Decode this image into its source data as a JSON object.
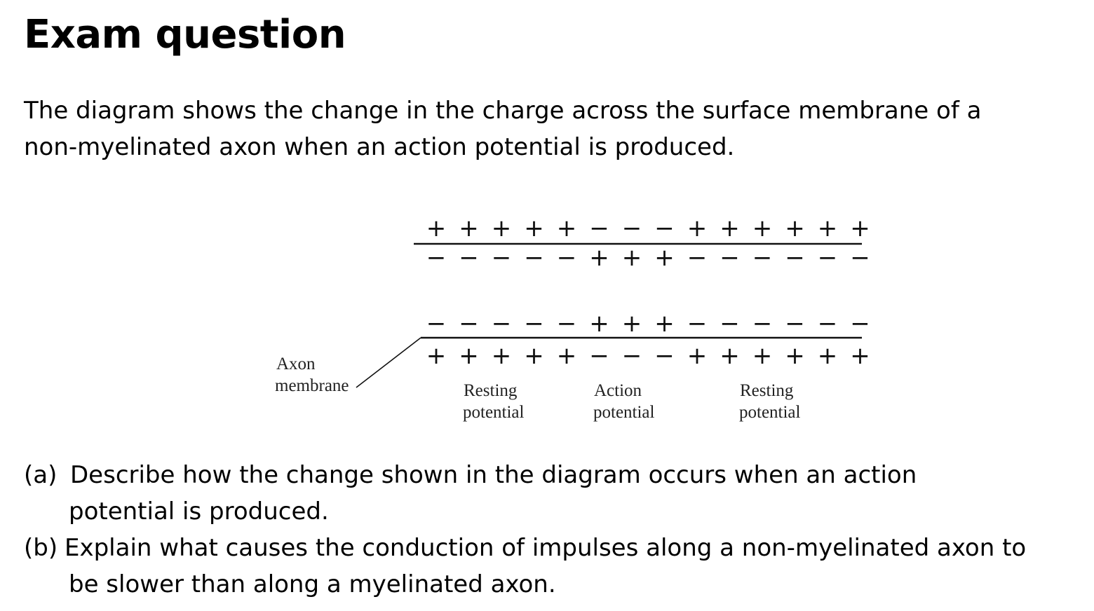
{
  "title": "Exam question",
  "intro": {
    "line1": "The diagram shows the change in the charge across the surface membrane of a",
    "line2": "non-myelinated axon when an action potential is produced."
  },
  "diagram": {
    "top_outer_charges": [
      "+",
      "+",
      "+",
      "+",
      "+",
      "−",
      "−",
      "−",
      "+",
      "+",
      "+",
      "+",
      "+",
      "+"
    ],
    "top_inner_charges": [
      "−",
      "−",
      "−",
      "−",
      "−",
      "+",
      "+",
      "+",
      "−",
      "−",
      "−",
      "−",
      "−",
      "−"
    ],
    "bottom_inner_charges": [
      "−",
      "−",
      "−",
      "−",
      "−",
      "+",
      "+",
      "+",
      "−",
      "−",
      "−",
      "−",
      "−",
      "−"
    ],
    "bottom_outer_charges": [
      "+",
      "+",
      "+",
      "+",
      "+",
      "−",
      "−",
      "−",
      "+",
      "+",
      "+",
      "+",
      "+",
      "+"
    ],
    "membrane_label": {
      "line1": "Axon",
      "line2": "membrane"
    },
    "region_labels": [
      {
        "line1": "Resting",
        "line2": "potential"
      },
      {
        "line1": "Action",
        "line2": "potential"
      },
      {
        "line1": "Resting",
        "line2": "potential"
      }
    ]
  },
  "questions": {
    "a": {
      "marker": "(a)",
      "line1": "Describe how the change shown in the diagram occurs when an action",
      "line2": "potential is produced."
    },
    "b": {
      "marker": "(b)",
      "line1": "Explain what causes the conduction of impulses along a non-myelinated axon to",
      "line2": "be slower than along a myelinated axon."
    }
  }
}
